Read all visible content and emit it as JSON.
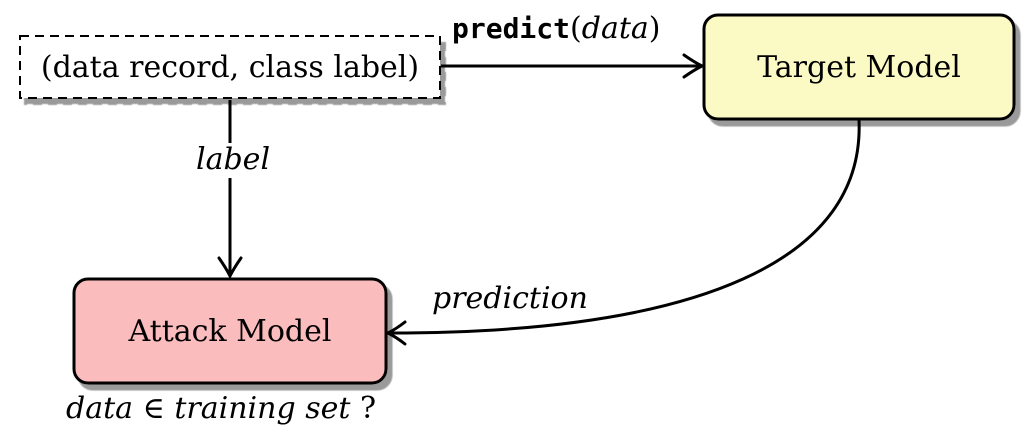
{
  "nodes": {
    "input": {
      "label": "(data record, class label)"
    },
    "target_model": {
      "label": "Target Model",
      "fill": "#fcfac4"
    },
    "attack_model": {
      "label": "Attack Model",
      "fill": "#fbbcbd"
    }
  },
  "edges": {
    "input_to_target": {
      "function": "predict",
      "open_paren": "(",
      "argument": "data",
      "close_paren": ")"
    },
    "input_to_attack": {
      "label": "label"
    },
    "target_to_attack": {
      "label": "prediction"
    }
  },
  "question": {
    "subject": "data",
    "relation": "∈",
    "object": "training set",
    "mark": "?"
  }
}
